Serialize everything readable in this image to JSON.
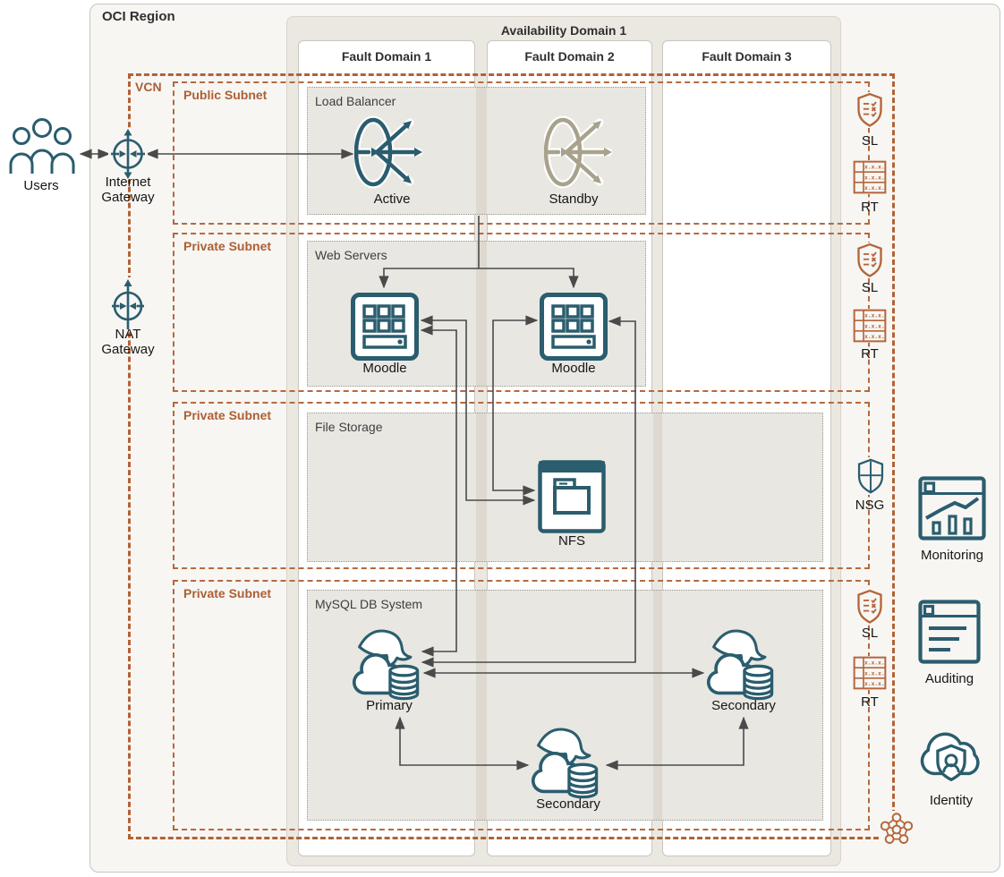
{
  "region": {
    "label": "OCI Region"
  },
  "availability_domain": {
    "label": "Availability Domain 1",
    "fault_domains": [
      "Fault Domain 1",
      "Fault Domain 2",
      "Fault Domain 3"
    ]
  },
  "vcn": {
    "label": "VCN"
  },
  "subnets": {
    "public": "Public Subnet",
    "web": "Private Subnet",
    "storage": "Private Subnet",
    "database": "Private Subnet"
  },
  "tiers": {
    "load_balancer": {
      "title": "Load Balancer",
      "active": "Active",
      "standby": "Standby"
    },
    "web_servers": {
      "title": "Web Servers",
      "node1": "Moodle",
      "node2": "Moodle"
    },
    "file_storage": {
      "title": "File Storage",
      "node": "NFS"
    },
    "mysql": {
      "title": "MySQL DB System",
      "primary": "Primary",
      "secondary_fd3": "Secondary",
      "secondary_fd2": "Secondary"
    }
  },
  "external": {
    "users": "Users"
  },
  "gateways": {
    "internet": "Internet\nGateway",
    "nat": "NAT\nGateway"
  },
  "security": {
    "sl": "SL",
    "rt": "RT",
    "nsg": "NSG",
    "rt_cell": "x.x.x."
  },
  "services": {
    "monitoring": "Monitoring",
    "auditing": "Auditing",
    "identity": "Identity"
  },
  "colors": {
    "teal": "#2a5d6e",
    "orange": "#b4653a",
    "dash_orange": "#b26236",
    "standby_gray": "#a8a28d",
    "arrow_gray": "#4a4a4a"
  }
}
